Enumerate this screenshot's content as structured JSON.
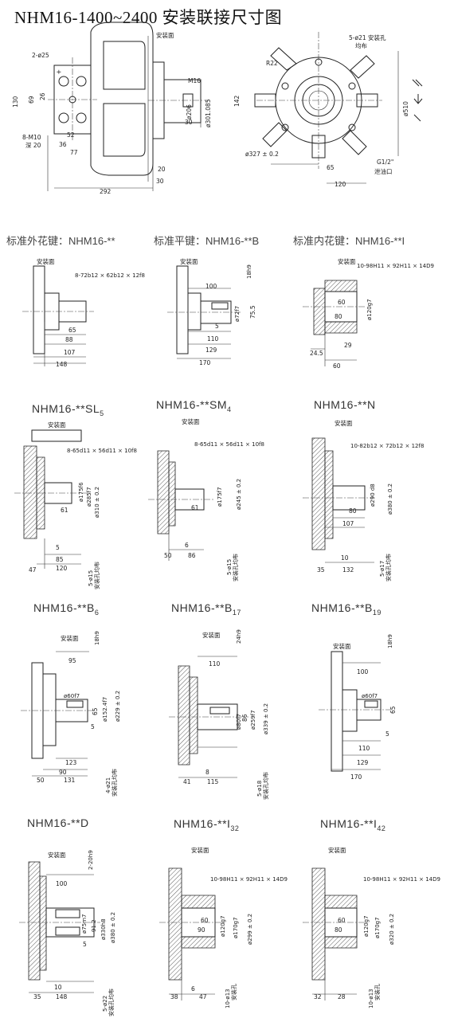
{
  "page": {
    "title": "NHM16-1400~2400 安装联接尺寸图"
  },
  "main": {
    "labels": {
      "mount_face": "安装面",
      "g_port": "G1/2\"",
      "drain": "泄油口",
      "holes": "5-ø21 安装孔",
      "even": "均布"
    },
    "dims": {
      "d2phi25": "2-ø25",
      "d130": "130",
      "d69": "69",
      "d26": "26",
      "d52": "52",
      "d8m10": "8-M10",
      "deep20": "深 20",
      "d36": "36",
      "d77": "77",
      "d292": "292",
      "m16": "M16",
      "d206": "ø206",
      "d301": "ø301.085",
      "d30a": "30",
      "d20": "20",
      "d30b": "30",
      "r22": "R22",
      "d142": "142",
      "d327": "ø327 ± 0.2",
      "d65": "65",
      "d120": "120",
      "d510": "ø510"
    }
  },
  "sections": {
    "spline_ext": "标准外花键：NHM16-**",
    "flat_key": "标准平键：NHM16-**B",
    "spline_int": "标准内花键：NHM16-**I"
  },
  "row1": {
    "a": {
      "mount": "安装面",
      "spec": "8-72b12 × 62b12 × 12f8",
      "d65": "65",
      "d88": "88",
      "d107": "107",
      "d148": "148"
    },
    "b": {
      "mount": "安装面",
      "key": "18h9",
      "d100": "100",
      "d72": "ø72f7",
      "d75": "75.5",
      "d5": "5",
      "d110": "110",
      "d129": "129",
      "d170": "170"
    },
    "c": {
      "mount": "安装面",
      "spec": "10-98H11 × 92H11 × 14D9",
      "d60": "60",
      "d80": "80",
      "d120g7": "ø120g7",
      "d29": "29",
      "d245": "24.5",
      "d60b": "60"
    }
  },
  "row2": {
    "a": {
      "name": "NHM16-**SL",
      "sub": "5",
      "mount": "安装面",
      "spec": "8-65d11 × 56d11 × 10f8",
      "d61": "61",
      "d175": "ø175f6",
      "d285": "ø285f7",
      "d310": "ø310 ± 0.2",
      "d5": "5",
      "d85": "85",
      "d120": "120",
      "d47": "47",
      "holes": "5-ø15",
      "holes2": "安装孔均布"
    },
    "b": {
      "name": "NHM16-**SM",
      "sub": "4",
      "mount": "安装面",
      "spec": "8-65d11 × 56d11 × 10f8",
      "d61": "61",
      "d175": "ø175f7",
      "d245": "ø245 ± 0.2",
      "d6": "6",
      "d50": "50",
      "d86": "86",
      "holes": "5-ø15",
      "holes2": "安装孔均布"
    },
    "c": {
      "name": "NHM16-**N",
      "sub": "",
      "mount": "安装面",
      "spec": "10-82b12 × 72b12 × 12f8",
      "d80": "80",
      "d107": "107",
      "d290": "ø290 d8",
      "d380": "ø380 ± 0.2",
      "d10": "10",
      "d35": "35",
      "d132": "132",
      "holes": "5-ø17",
      "holes2": "安装孔均布"
    }
  },
  "row3": {
    "a": {
      "name": "NHM16-**B",
      "sub": "6",
      "mount": "安装面",
      "key": "18h9",
      "d95": "95",
      "d60": "ø60f7",
      "d65": "65",
      "d152": "ø152.4f7",
      "d229": "ø229 ± 0.2",
      "d5": "5",
      "d123": "123",
      "d50": "50",
      "d131": "131",
      "d90": "90",
      "holes": "4-ø21",
      "holes2": "安装孔均布"
    },
    "b": {
      "name": "NHM16-**B",
      "sub": "17",
      "mount": "安装面",
      "key": "24h9",
      "d110": "110",
      "d80": "ø80f7",
      "d86": "86",
      "d259": "ø259f7",
      "d339": "ø339 ± 0.2",
      "d8": "8",
      "d41": "41",
      "d115": "115",
      "holes": "5-ø18",
      "holes2": "安装孔均布"
    },
    "c": {
      "name": "NHM16-**B",
      "sub": "19",
      "mount": "安装面",
      "key": "18h9",
      "d100": "100",
      "d60": "ø60f7",
      "d65": "65",
      "d5": "5",
      "d110": "110",
      "d129": "129",
      "d170": "170"
    }
  },
  "row4": {
    "a": {
      "name": "NHM16-**D",
      "sub": "",
      "mount": "安装面",
      "key": "2-20h9",
      "d100": "100",
      "d75": "ø75m7",
      "d91": "91.2",
      "d330": "ø330h8",
      "d380": "ø380 ± 0.2",
      "d5": "5",
      "d10": "10",
      "d35": "35",
      "d148": "148",
      "holes": "5-ø22",
      "holes2": "安装孔均布"
    },
    "b": {
      "name": "NHM16-**I",
      "sub": "32",
      "mount": "安装面",
      "spec": "10-98H11 × 92H11 × 14D9",
      "d60": "60",
      "d90": "90",
      "d120": "ø120g7",
      "d170": "ø170g7",
      "d299": "ø299 ± 0.2",
      "d38": "38",
      "d6": "6",
      "d47": "47",
      "holes": "10-ø13",
      "holes2": "安装孔"
    },
    "c": {
      "name": "NHM16-**I",
      "sub": "42",
      "mount": "安装面",
      "spec": "10-98H11 × 92H11 × 14D9",
      "d60": "60",
      "d80": "80",
      "d120": "ø120g7",
      "d170": "ø170g7",
      "d320": "ø320 ± 0.2",
      "d32": "32",
      "d28": "28",
      "holes": "10-ø13",
      "holes2": "安装孔"
    }
  }
}
